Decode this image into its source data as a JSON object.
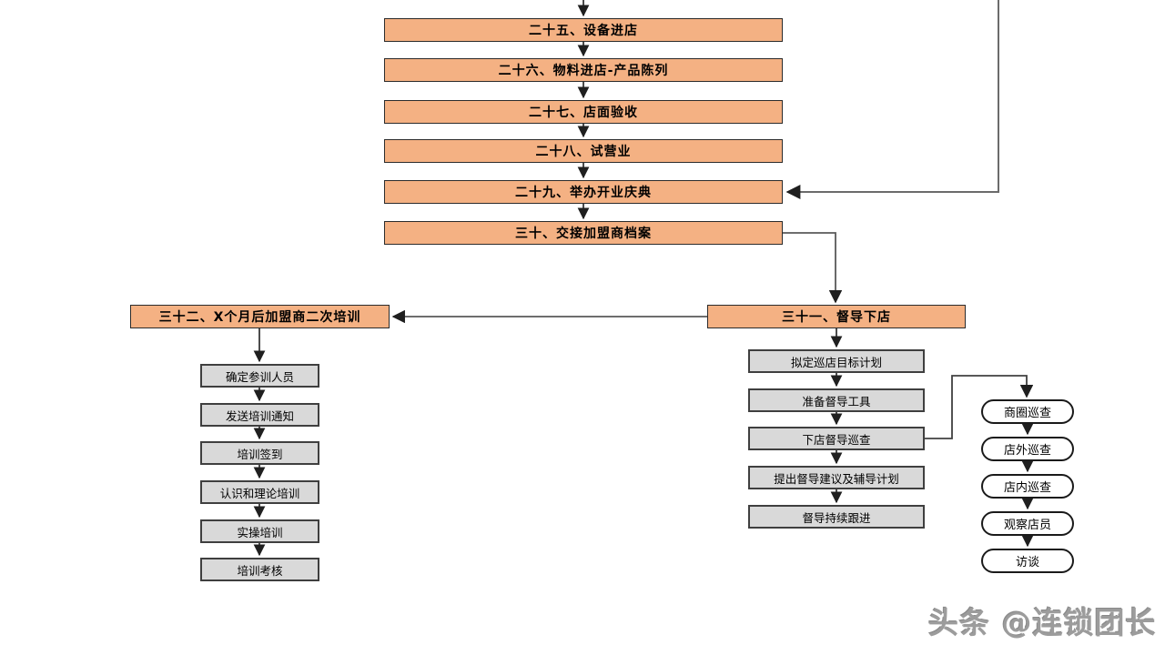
{
  "diagram": {
    "main_flow": [
      "二十五、设备进店",
      "二十六、物料进店-产品陈列",
      "二十七、店面验收",
      "二十八、试营业",
      "二十九、举办开业庆典",
      "三十、交接加盟商档案"
    ],
    "supervision_branch": {
      "header": "三十一、督导下店",
      "steps": [
        "拟定巡店目标计划",
        "准备督导工具",
        "下店督导巡查",
        "提出督导建议及辅导计划",
        "督导持续跟进"
      ],
      "inspection_items": [
        "商圈巡查",
        "店外巡查",
        "店内巡查",
        "观察店员",
        "访谈"
      ]
    },
    "training_branch": {
      "header": "三十二、X个月后加盟商二次培训",
      "steps": [
        "确定参训人员",
        "发送培训通知",
        "培训签到",
        "认识和理论培训",
        "实操培训",
        "培训考核"
      ]
    },
    "colors": {
      "stage_fill": "#f4b183",
      "step_fill": "#d9d9d9",
      "oval_fill": "#ffffff",
      "border": "#000000",
      "connector_short": "#1f1f1f",
      "connector_long": "#6b6b6b"
    }
  },
  "watermark": "头条 @连锁团长"
}
